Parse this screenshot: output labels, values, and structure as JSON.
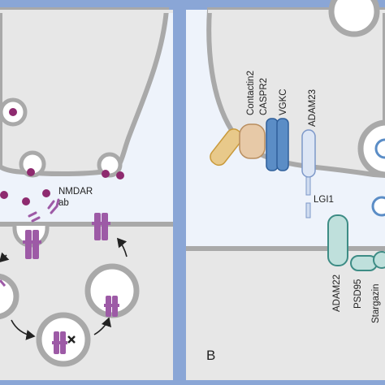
{
  "panel_a": {
    "antibody_label_line1": "NMDAR",
    "antibody_label_line2": "ab"
  },
  "panel_b": {
    "panel_letter": "B",
    "proteins": {
      "contactin2": "Contactin2",
      "caspr2": "CASPR2",
      "vgkc": "VGKC",
      "adam23": "ADAM23",
      "lgi1": "LGI1",
      "adam22": "ADAM22",
      "psd95": "PSD95",
      "stargazin": "Stargazin"
    }
  },
  "colors": {
    "frame": "#8aa6d6",
    "synaptic_cleft": "#eef3fb",
    "postsynaptic_fill": "#e7e7e7",
    "membrane": "#a9a9a9",
    "vesicle_dot": "#8e2a6f",
    "nmda_receptor": "#9d5aa6",
    "contactin2": "#e8c98a",
    "caspr2": "#e7c9a7",
    "vgkc": "#5b8dc6",
    "adam23": "#dde6f5",
    "lgi1": "#cfdcf0",
    "adam22": "#5ea7a0",
    "psd95": "#8ec8c1",
    "stargazin": "#8ec8c1"
  },
  "icons": [
    "recycle-arrow-icon",
    "degradation-x-icon"
  ]
}
